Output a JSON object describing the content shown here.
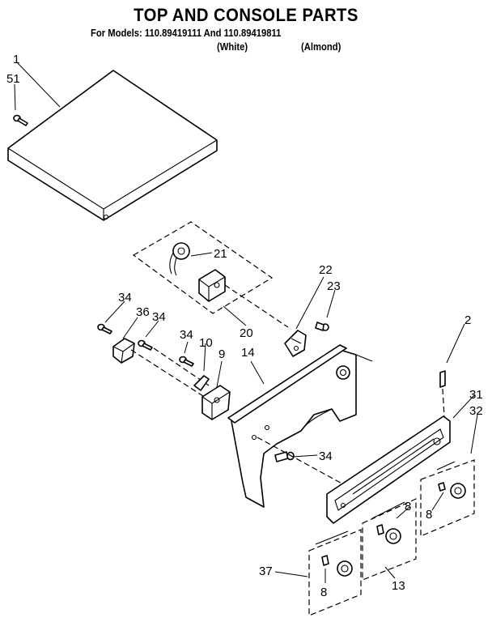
{
  "header": {
    "title": "TOP AND CONSOLE PARTS",
    "subtitle": "For Models: 110.89419111 And 110.89419811",
    "variant_white": "(White)",
    "variant_almond": "(Almond)"
  },
  "callouts": {
    "c1": "1",
    "c51": "51",
    "c21": "21",
    "c20": "20",
    "c22": "22",
    "c23": "23",
    "c34a": "34",
    "c36": "36",
    "c34b": "34",
    "c34c": "34",
    "c10": "10",
    "c9": "9",
    "c14": "14",
    "c2": "2",
    "c31": "31",
    "c32": "32",
    "c34d": "34",
    "c8a": "8",
    "c8b": "8",
    "c37": "37",
    "c8c": "8",
    "c13": "13"
  }
}
